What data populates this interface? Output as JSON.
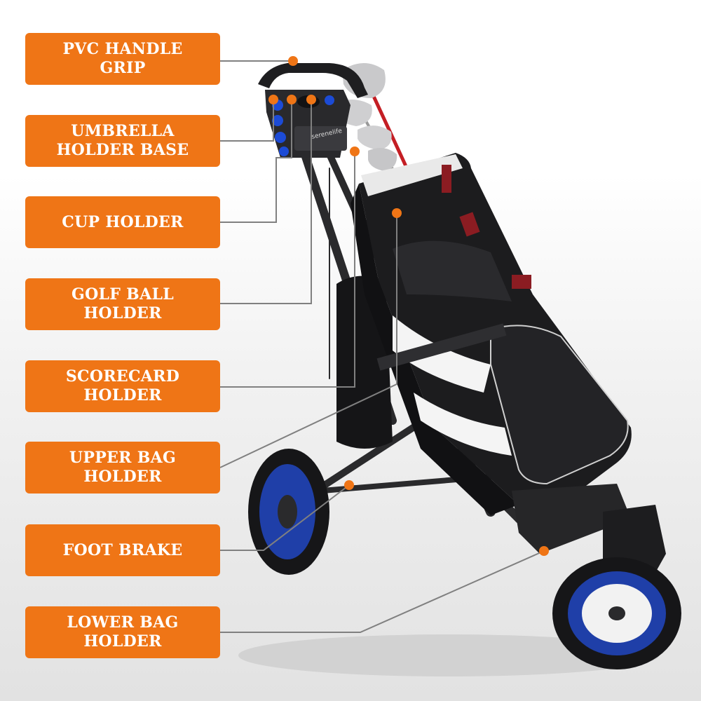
{
  "callouts": [
    {
      "id": "pvc-handle-grip",
      "text": "PVC HANDLE\nGRIP"
    },
    {
      "id": "umbrella-holder-base",
      "text": "UMBRELLA\nHOLDER BASE"
    },
    {
      "id": "cup-holder",
      "text": "CUP HOLDER"
    },
    {
      "id": "golf-ball-holder",
      "text": "GOLF BALL\nHOLDER"
    },
    {
      "id": "scorecard-holder",
      "text": "SCORECARD\nHOLDER"
    },
    {
      "id": "upper-bag-holder",
      "text": "UPPER BAG\nHOLDER"
    },
    {
      "id": "foot-brake",
      "text": "FOOT BRAKE"
    },
    {
      "id": "lower-bag-holder",
      "text": "LOWER BAG\nHOLDER"
    }
  ],
  "brand_mark": "serenelife",
  "colors": {
    "callout_background": "#ef7516",
    "callout_text": "#ffffff",
    "leader_line": "#808080",
    "marker_dot": "#ef7516",
    "wheel_rim": "#1f3fa8",
    "bag_body": "#1c1c1e",
    "bag_accent": "#8b1c22"
  }
}
